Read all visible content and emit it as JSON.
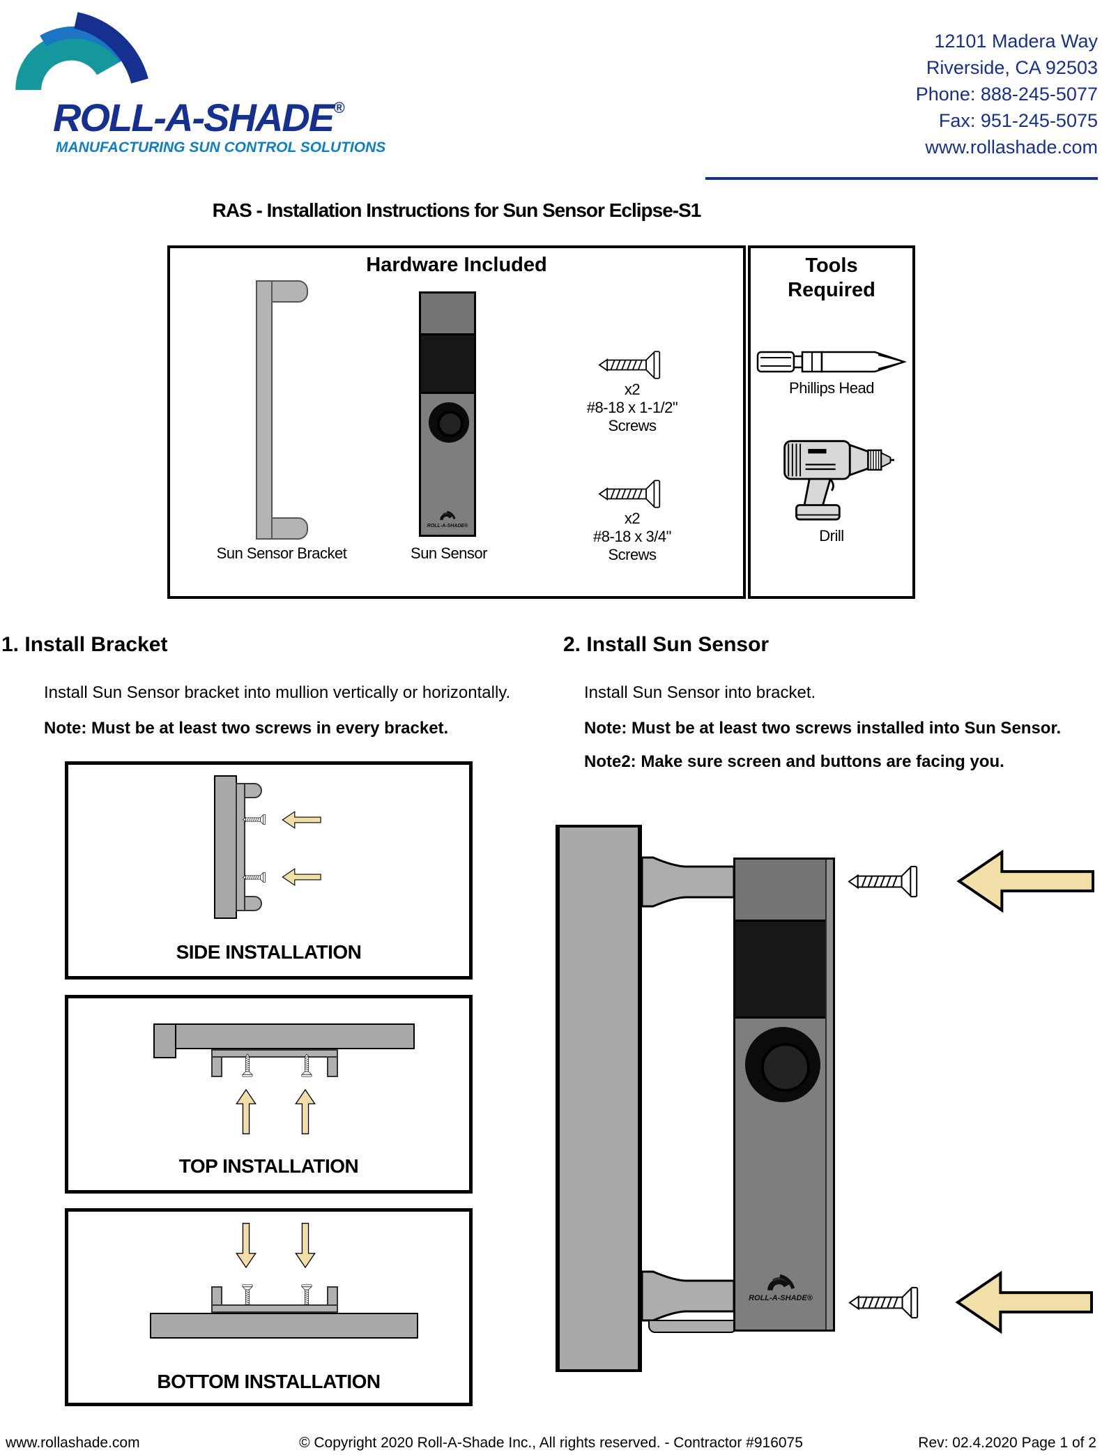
{
  "colors": {
    "brand_navy": "#15308f",
    "brand_mid_blue": "#1c74c4",
    "brand_teal": "#14989e",
    "tagline_blue": "#0e7ec6",
    "arrow_tan": "#f2dfa7",
    "mullion_gray": "#a9a9a9",
    "sensor_gray": "#7e7e7e",
    "screen_black": "#171717"
  },
  "header": {
    "logo": {
      "name": "ROLL-A-SHADE",
      "registered": "®",
      "tagline": "MANUFACTURING SUN CONTROL SOLUTIONS"
    },
    "address": [
      "12101 Madera Way",
      "Riverside, CA 92503",
      "Phone: 888-245-5077",
      "Fax: 951-245-5075",
      "www.rollashade.com"
    ]
  },
  "title": "RAS - Installation Instructions for Sun Sensor Eclipse-S1",
  "hardware_box": {
    "title": "Hardware Included",
    "bracket_label": "Sun Sensor Bracket",
    "sensor_label": "Sun Sensor",
    "screws": [
      {
        "qty": "x2",
        "size": "#8-18 x 1-1/2\"",
        "label": "Screws"
      },
      {
        "qty": "x2",
        "size": "#8-18 x 3/4\"",
        "label": "Screws"
      }
    ]
  },
  "tools_box": {
    "title_line1": "Tools",
    "title_line2": "Required",
    "phillips_label": "Phillips Head",
    "drill_label": "Drill"
  },
  "steps": {
    "step1": {
      "heading": "1. Install Bracket",
      "body": "Install Sun Sensor bracket into mullion vertically or horizontally.",
      "note": "Note: Must be at least two screws in every bracket."
    },
    "step2": {
      "heading": "2. Install Sun Sensor",
      "body": "Install Sun Sensor into bracket.",
      "note": "Note: Must be at least two screws installed into Sun Sensor.",
      "note2": "Note2: Make sure screen and buttons are facing you."
    }
  },
  "installation_diagrams": {
    "side_label": "SIDE INSTALLATION",
    "top_label": "TOP INSTALLATION",
    "bottom_label": "BOTTOM INSTALLATION"
  },
  "sensor_device": {
    "brand": "ROLL-A-SHADE®"
  },
  "footer": {
    "left": "www.rollashade.com",
    "center": "© Copyright 2020 Roll-A-Shade Inc., All rights reserved. - Contractor #916075",
    "right": "Rev: 02.4.2020  Page 1 of 2"
  }
}
